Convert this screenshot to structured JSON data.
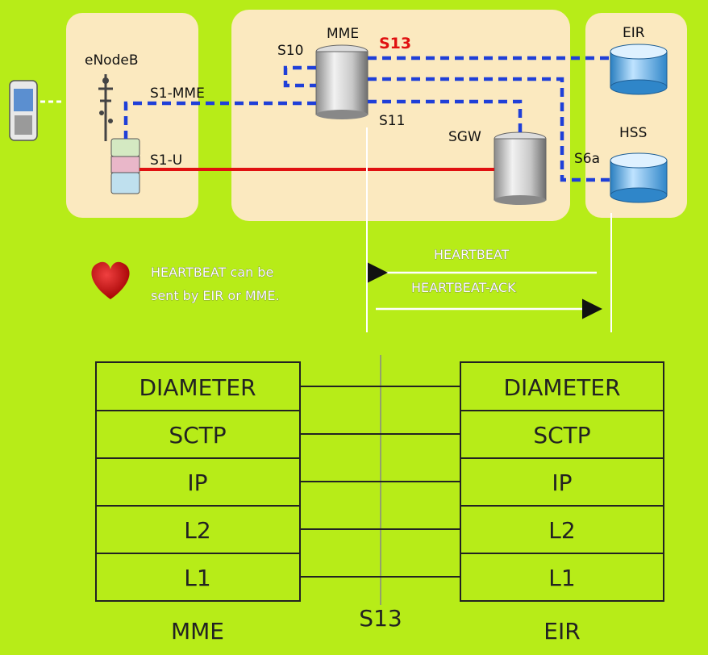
{
  "nodes": {
    "enodeb": "eNodeB",
    "mme": "MME",
    "sgw": "SGW",
    "eir": "EIR",
    "hss": "HSS"
  },
  "interfaces": {
    "s10": "S10",
    "s13": "S13",
    "s1_mme": "S1-MME",
    "s11": "S11",
    "s1_u": "S1-U",
    "s6a": "S6a"
  },
  "note": {
    "line1": "HEARTBEAT can be",
    "line2": "sent by EIR or MME."
  },
  "messages": {
    "heartbeat": "HEARTBEAT",
    "heartbeat_ack": "HEARTBEAT-ACK"
  },
  "stack": {
    "left_layers": [
      "DIAMETER",
      "SCTP",
      "IP",
      "L2",
      "L1"
    ],
    "right_layers": [
      "DIAMETER",
      "SCTP",
      "IP",
      "L2",
      "L1"
    ],
    "left_label": "MME",
    "right_label": "EIR",
    "interface_label": "S13"
  },
  "colors": {
    "background": "#b7ec18",
    "panel": "#fbe9bf",
    "control_plane": "#1f3fd8",
    "user_plane": "#e01010"
  }
}
